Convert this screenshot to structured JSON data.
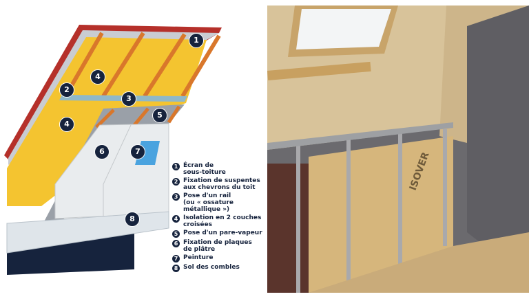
{
  "legend": [
    {
      "n": "1",
      "text": "Écran de\nsous-toiture"
    },
    {
      "n": "2",
      "text": "Fixation de suspentes\naux chevrons du toit"
    },
    {
      "n": "3",
      "text": "Pose d'un rail\n(ou « ossature\nmétallique »)"
    },
    {
      "n": "4",
      "text": "Isolation en 2 couches\ncroisées"
    },
    {
      "n": "5",
      "text": "Pose d'un pare-vapeur"
    },
    {
      "n": "6",
      "text": "Fixation de plaques\nde plâtre"
    },
    {
      "n": "7",
      "text": "Peinture"
    },
    {
      "n": "8",
      "text": "Sol des combles"
    }
  ],
  "markers": [
    "1",
    "2",
    "3",
    "4",
    "4",
    "5",
    "6",
    "7",
    "8"
  ],
  "colors": {
    "navy": "#16233d",
    "insulation": "#f4c430",
    "rafter": "#d9772b",
    "roof": "#b5302a",
    "plaster": "#e9ecee",
    "paint": "#4aa3df"
  },
  "photo": {
    "brand_text": "ISOVER"
  }
}
